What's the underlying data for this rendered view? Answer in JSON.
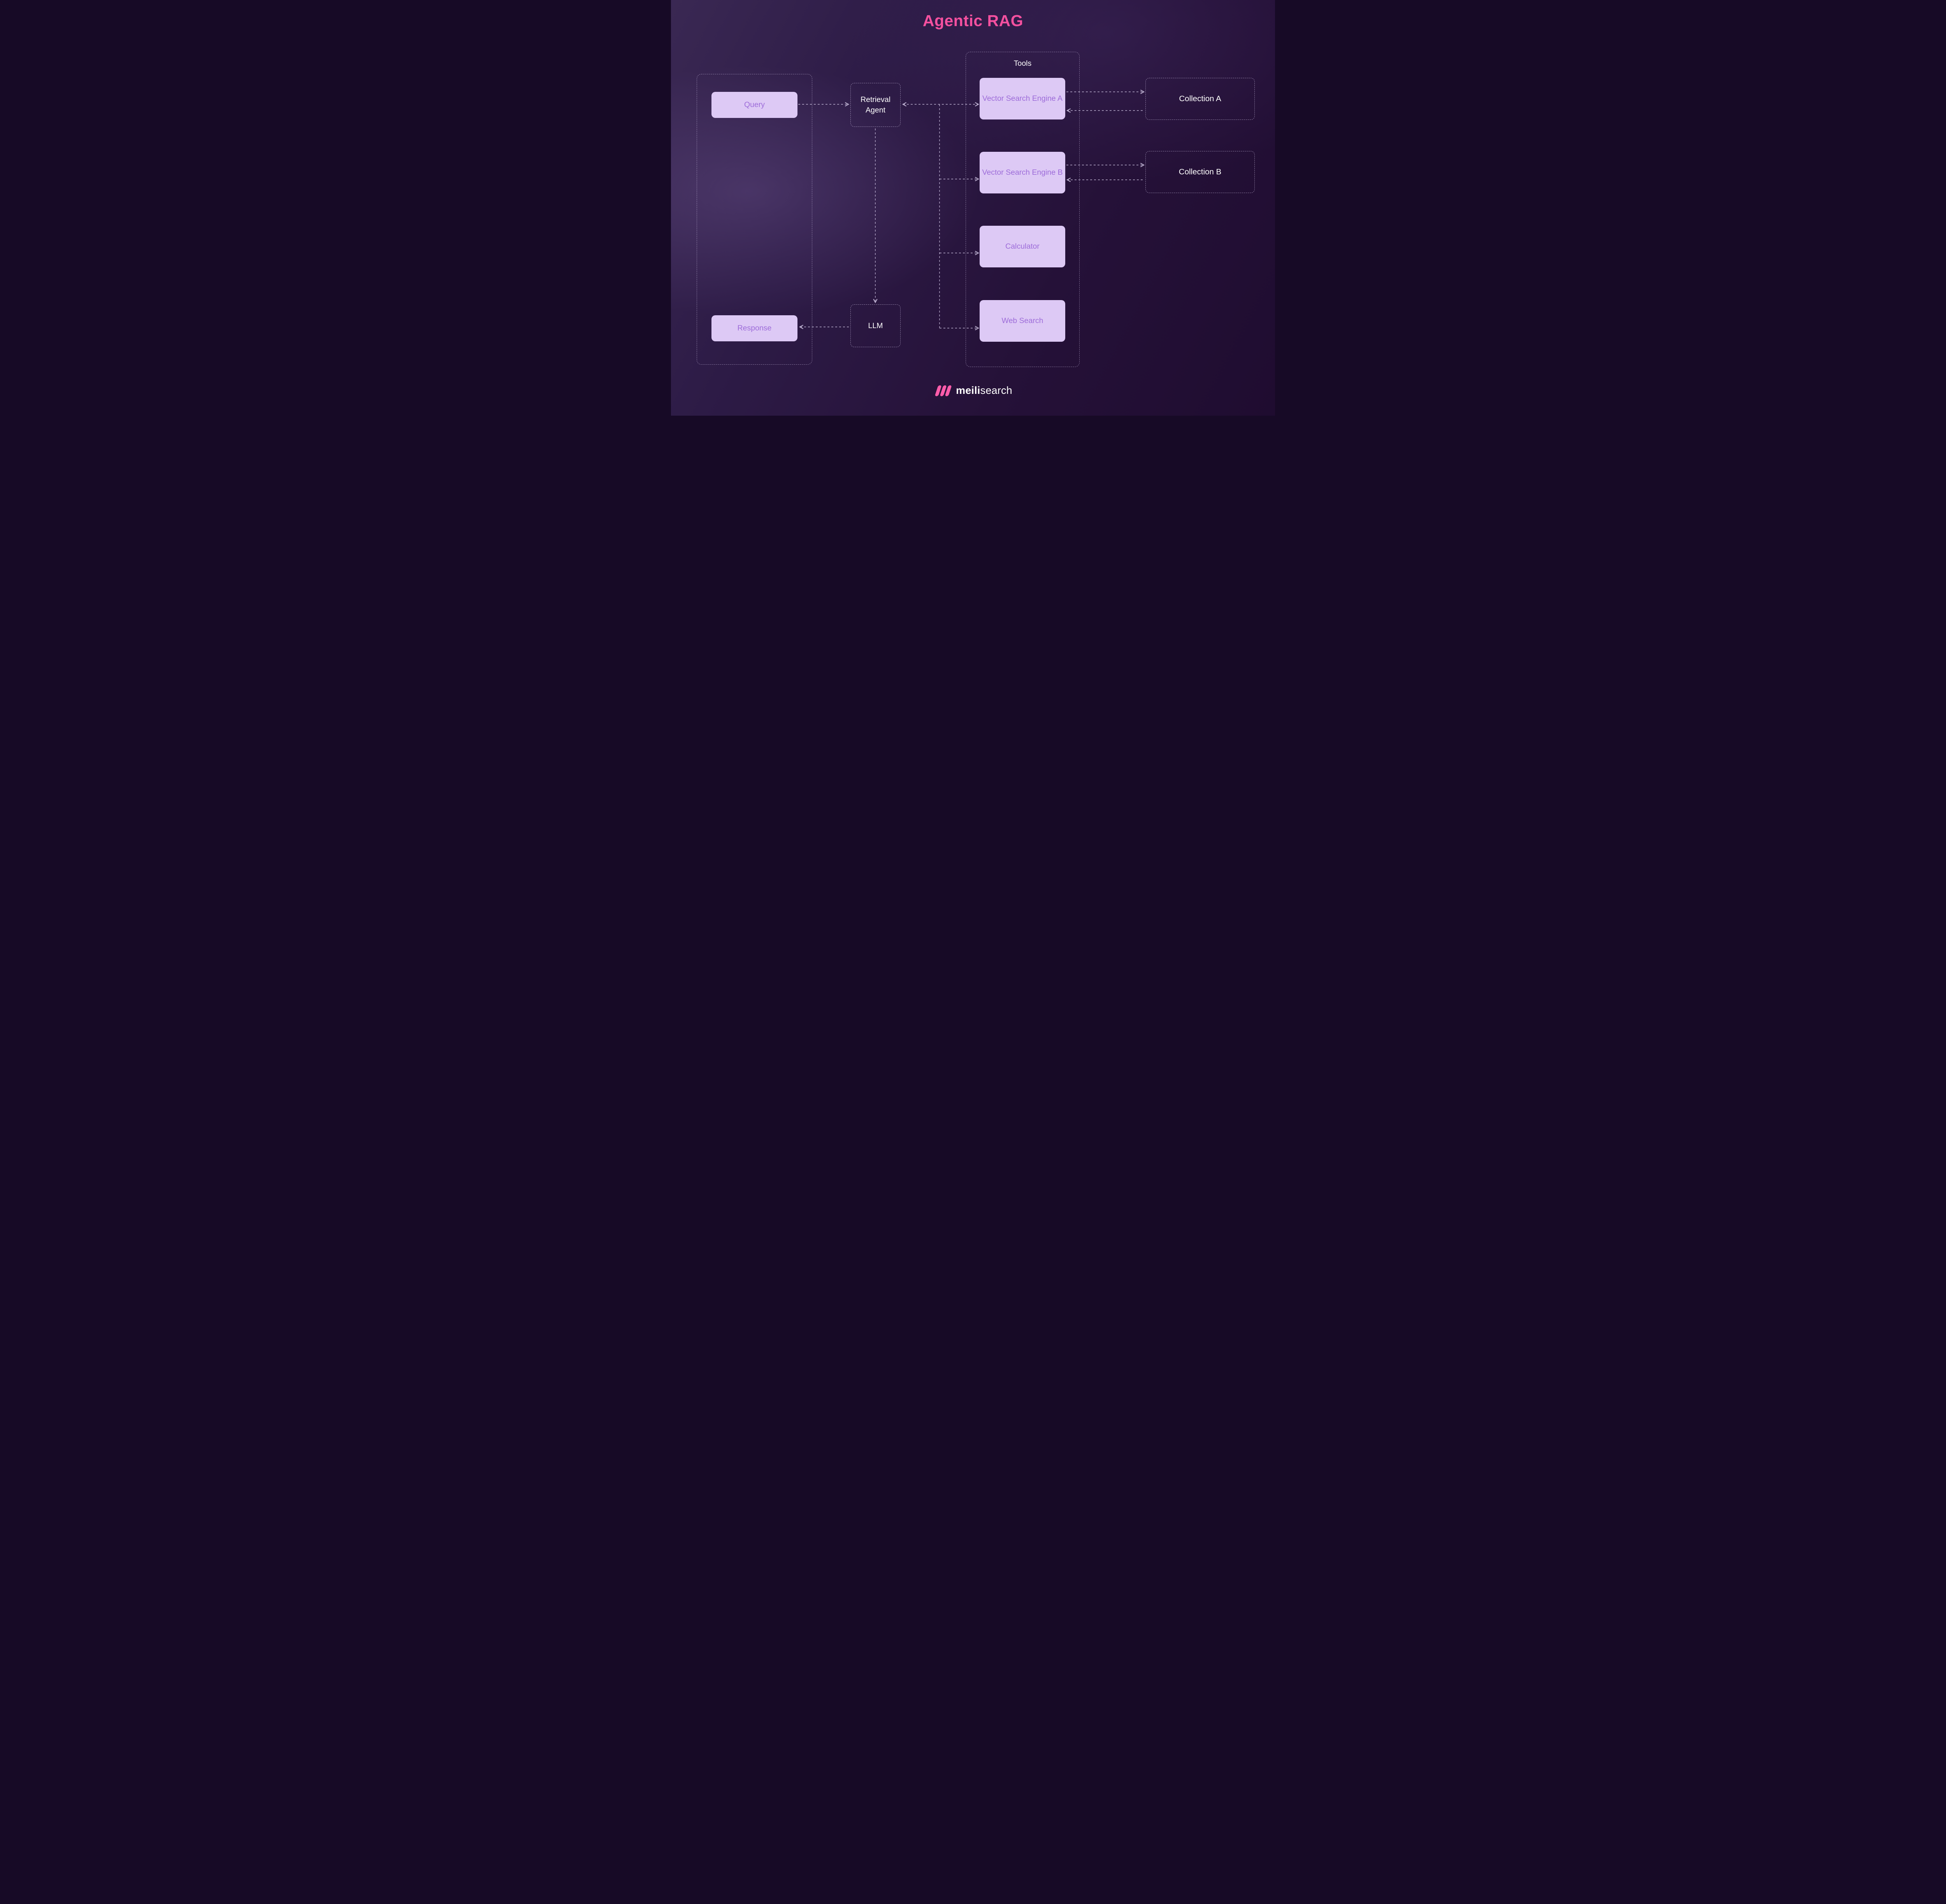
{
  "title": "Agentic RAG",
  "nodes": {
    "query": "Query",
    "response": "Response",
    "retrieval_agent": "Retrieval Agent",
    "llm": "LLM",
    "tools_label": "Tools",
    "vse_a": "Vector Search Engine A",
    "vse_b": "Vector Search Engine B",
    "calculator": "Calculator",
    "web_search": "Web Search",
    "collection_a": "Collection A",
    "collection_b": "Collection B"
  },
  "edges": [
    {
      "from": "query",
      "to": "retrieval_agent",
      "style": "dashed-arrow"
    },
    {
      "from": "retrieval_agent",
      "to": "vector_search_engine_a",
      "style": "dashed-arrow-bidirectional"
    },
    {
      "from": "retrieval_agent",
      "to": "vector_search_engine_b",
      "style": "dashed-arrow"
    },
    {
      "from": "retrieval_agent",
      "to": "calculator",
      "style": "dashed-arrow"
    },
    {
      "from": "retrieval_agent",
      "to": "web_search",
      "style": "dashed-arrow"
    },
    {
      "from": "vector_search_engine_a",
      "to": "collection_a",
      "style": "dashed-arrow-bidirectional"
    },
    {
      "from": "vector_search_engine_b",
      "to": "collection_b",
      "style": "dashed-arrow-bidirectional"
    },
    {
      "from": "retrieval_agent",
      "to": "llm",
      "style": "dashed-arrow"
    },
    {
      "from": "llm",
      "to": "response",
      "style": "dashed-arrow"
    }
  ],
  "logo": {
    "bold": "meili",
    "regular": "search"
  },
  "colors": {
    "title_pink": "#f4509f",
    "node_fill": "#ddc9f5",
    "node_text": "#9d6cd9",
    "dashed_border": "#d0c4e6",
    "white_text": "#ffffff",
    "background_dark": "#251138",
    "logo_pink": "#ff5caa"
  }
}
